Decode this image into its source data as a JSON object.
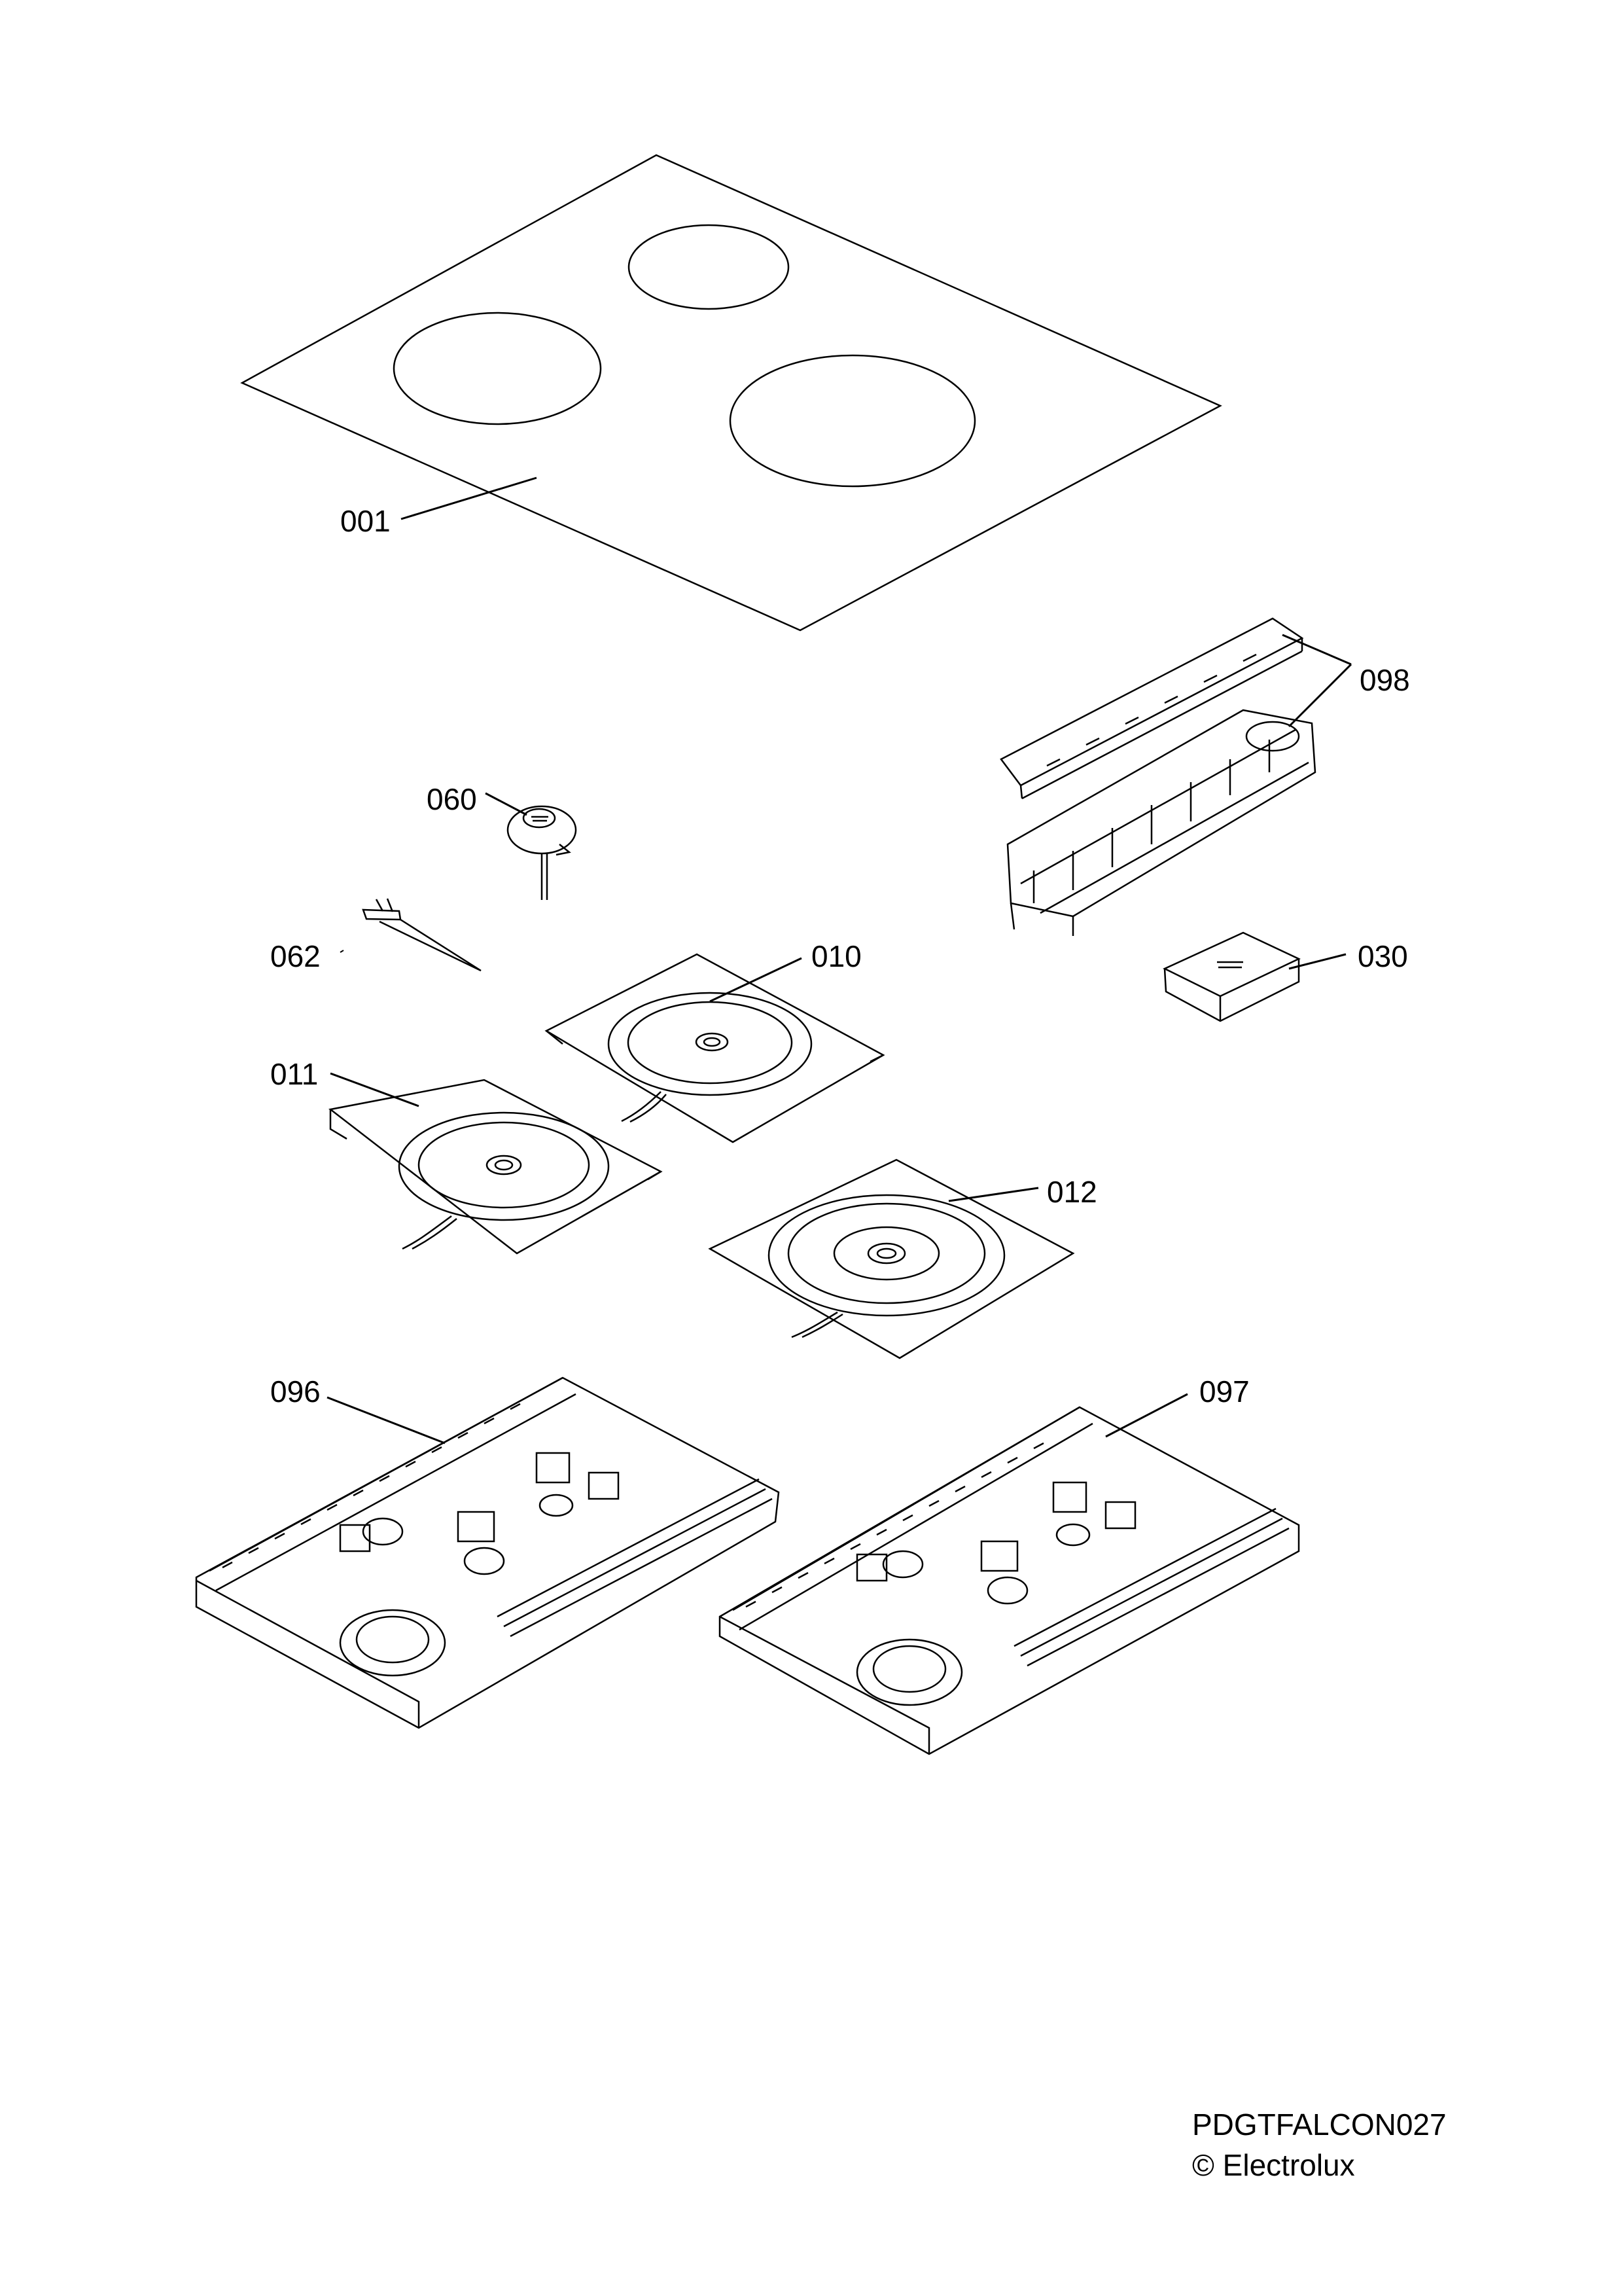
{
  "parts": {
    "p001": "001",
    "p098": "098",
    "p060": "060",
    "p062": "062",
    "p010": "010",
    "p030": "030",
    "p011": "011",
    "p012": "012",
    "p096": "096",
    "p097": "097"
  },
  "footer": {
    "code": "PDGTFALCON027",
    "copyright": "© Electrolux"
  },
  "colors": {
    "line": "#000000",
    "background": "#ffffff"
  }
}
